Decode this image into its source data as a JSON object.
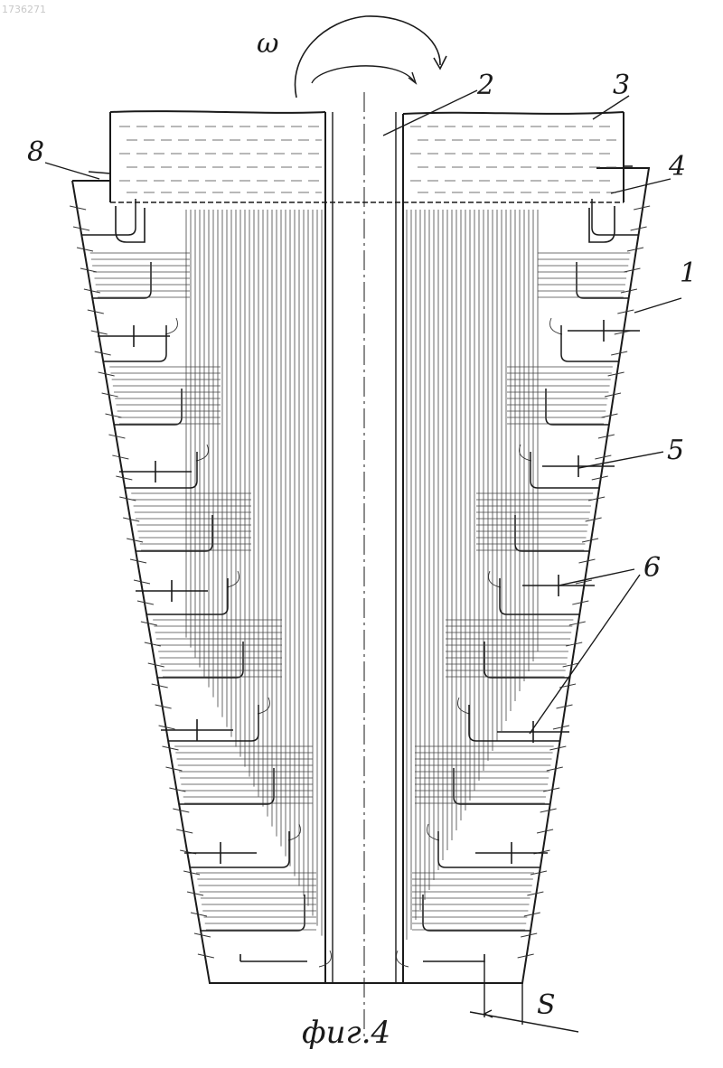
{
  "figure": {
    "caption": "фиг.4",
    "corner_mark": "1736271",
    "omega_symbol": "ω",
    "labels": {
      "l1": "1",
      "l2": "2",
      "l3": "3",
      "l4": "4",
      "l5": "5",
      "l6": "6",
      "l8": "8",
      "s": "S"
    }
  }
}
